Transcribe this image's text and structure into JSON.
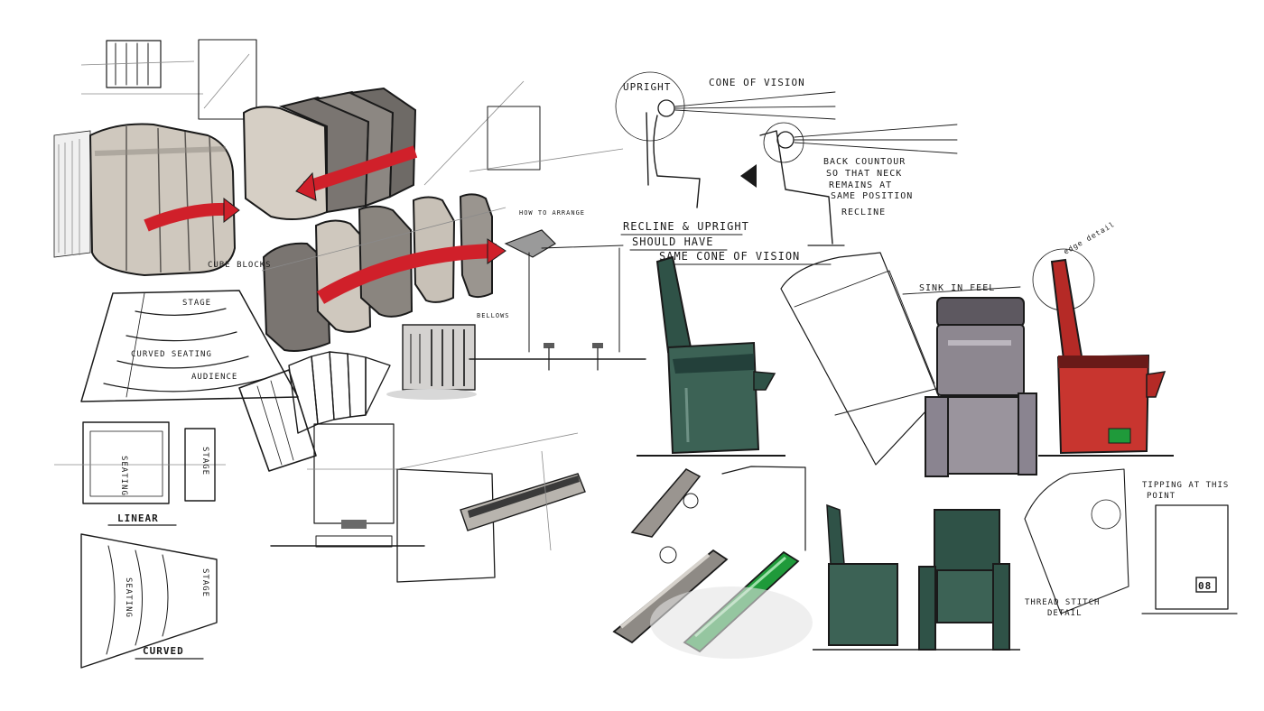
{
  "colors": {
    "paper": "#ffffff",
    "ink": "#1a1a1a",
    "marker_gray_light": "#cfc8be",
    "marker_gray_dark": "#6e6a66",
    "accent_red": "#d0202a",
    "seat_green": "#2f5247",
    "seat_red": "#b52a26",
    "seat_purple_gray": "#8d8790",
    "armrest_green": "#1f9a3a"
  },
  "annotations": {
    "upright": "UPRIGHT",
    "cone_of_vision": "CONE OF VISION",
    "back_contour_1": "BACK COUNTOUR",
    "back_contour_2": "SO THAT NECK",
    "back_contour_3": "REMAINS AT",
    "back_contour_4": "SAME POSITION",
    "recline": "RECLINE",
    "recline_upright_1": "RECLINE & UPRIGHT",
    "recline_upright_2": "SHOULD HAVE",
    "recline_upright_3": "SAME CONE OF VISION",
    "stage_top": "STAGE",
    "curved_seating": "CURVED SEATING",
    "audience": "AUDIENCE",
    "seating_linear": "SEATING",
    "stage_linear": "STAGE",
    "linear": "LINEAR",
    "seating_curved": "SEATING",
    "stage_curved": "STAGE",
    "curved": "CURVED",
    "sink_in_feel": "SINK IN FEEL",
    "edge_detail": "edge detail",
    "tipping_1": "TIPPING AT THIS",
    "tipping_2": "POINT",
    "thread_detail_1": "THREAD STITCH",
    "thread_detail_2": "DETAIL",
    "seat_number": "08",
    "cube_blocks": "CUBE BLOCKS",
    "how_to_arrange": "HOW TO ARRANGE",
    "bellows": "BELLOWS"
  }
}
